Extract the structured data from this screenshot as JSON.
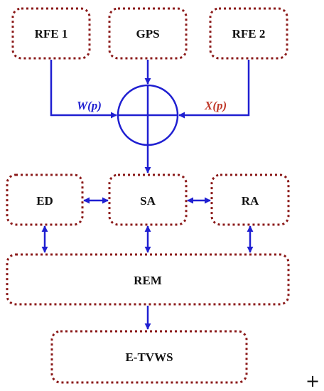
{
  "colors": {
    "box_border": "#8b1a1a",
    "arrow": "#1f1fd1",
    "label_w": "#1f1fd1",
    "label_x": "#c0392b"
  },
  "boxes": {
    "rfe1": "RFE 1",
    "gps": "GPS",
    "rfe2": "RFE 2",
    "ed": "ED",
    "sa": "SA",
    "ra": "RA",
    "rem": "REM",
    "etvws": "E-TVWS"
  },
  "signals": {
    "w": "W(p)",
    "x": "X(p)"
  },
  "corner_mark": "+"
}
